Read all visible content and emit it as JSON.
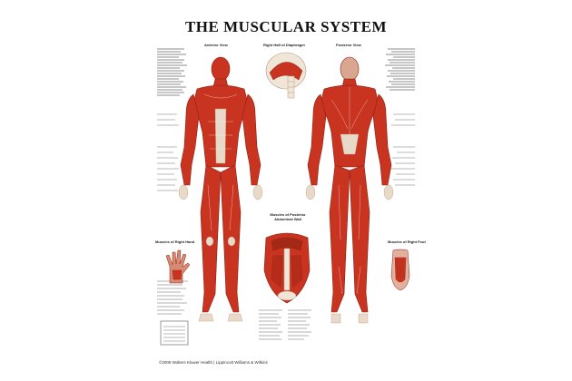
{
  "poster": {
    "title": "THE MUSCULAR SYSTEM",
    "sections": {
      "anterior": "Anterior View",
      "diaphragm": "Right Half of Diaphragm",
      "posterior": "Posterior View",
      "hand": "Muscles of Right Hand",
      "abdominal": "Muscles of Posterior Abdominal Wall",
      "foot": "Muscles of Right Foot"
    },
    "footer": "©2009 Wolters Kluwer Health | Lippincott Williams & Wilkins"
  },
  "colors": {
    "muscle": "#c8341f",
    "muscle_dark": "#8e1f12",
    "tendon": "#e9d9c8",
    "bone": "#efe6d8",
    "text": "#111111"
  }
}
